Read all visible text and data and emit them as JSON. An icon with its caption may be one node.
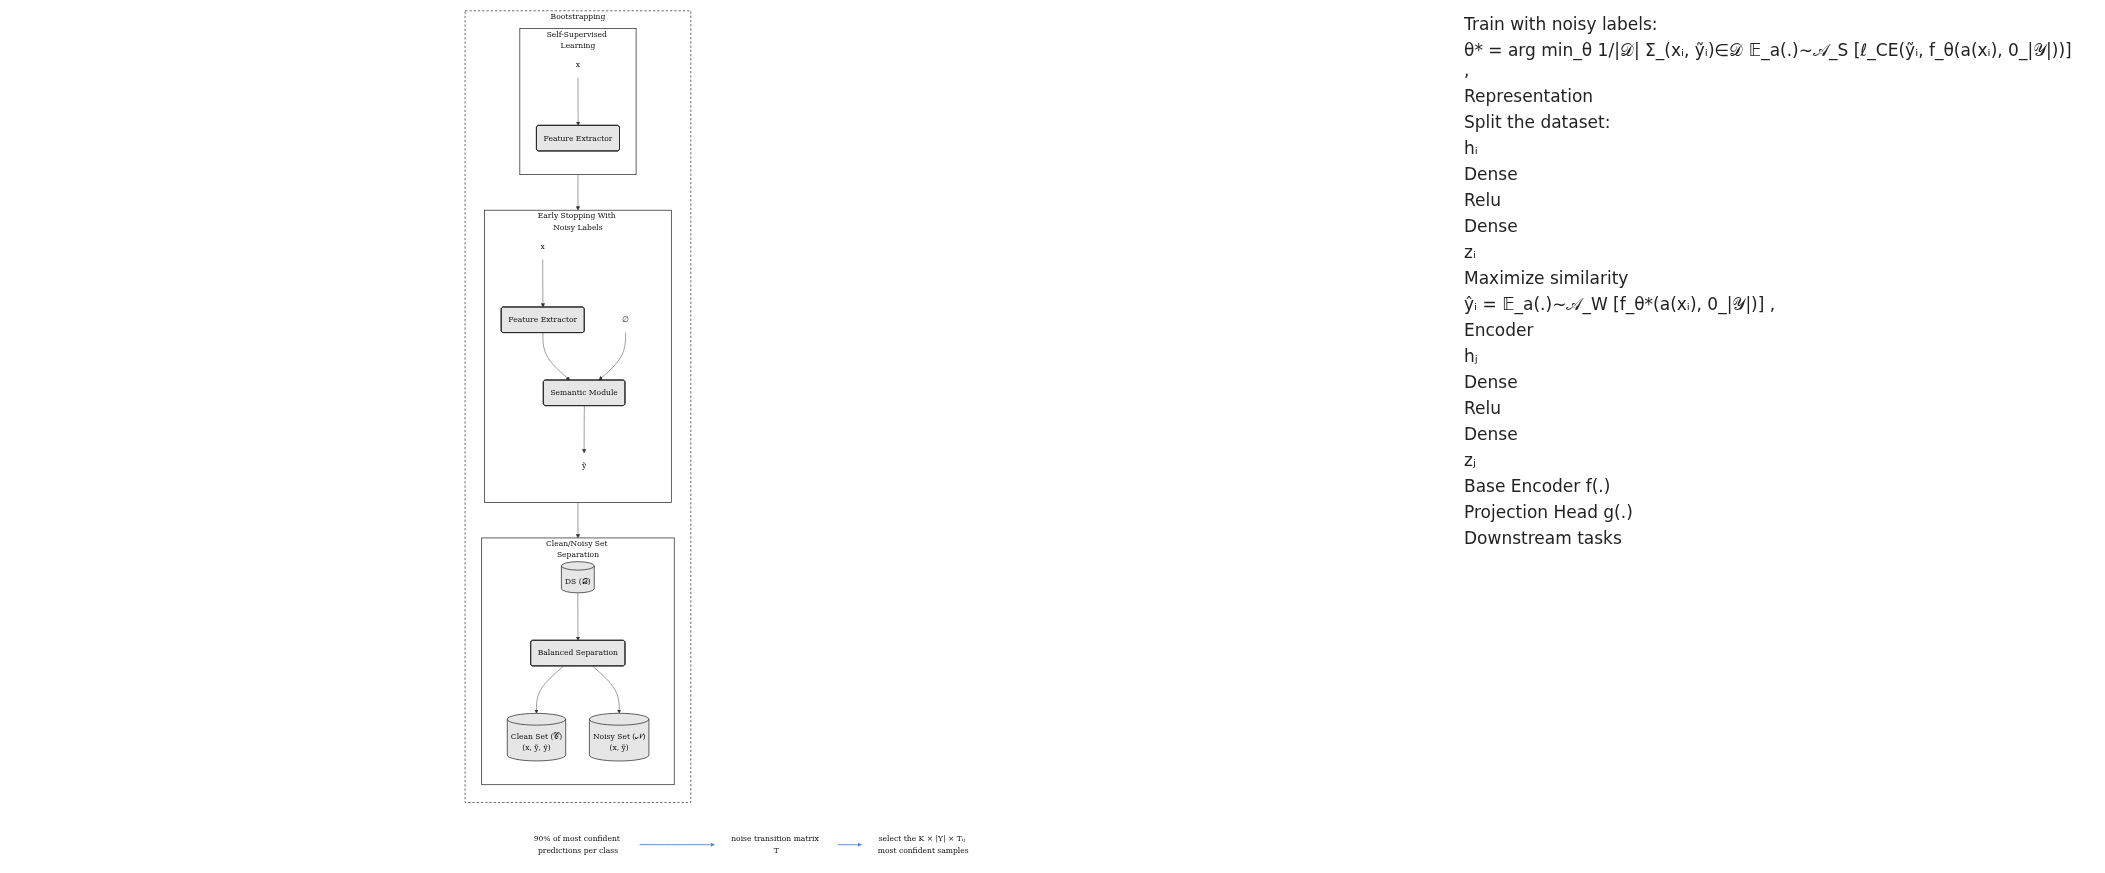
{
  "diagram": {
    "nodes": [
      {
        "text": [
          "Bootstrapping"
        ]
      },
      {
        "text": [
          "Self-Supervised Learning"
        ],
        "in": 0
      },
      {
        "text": [
          "x"
        ],
        "in": 1
      },
      {
        "text": [
          "Feature Extractor"
        ],
        "in": 1
      },
      {
        "text": [
          "Early Stopping With Noisy Labels"
        ],
        "in": 0
      },
      {
        "text": [
          "x"
        ],
        "in": 4
      },
      {
        "text": [
          "∅"
        ],
        "in": 4
      },
      {
        "text": [
          "Feature Extractor"
        ],
        "in": 4
      },
      {
        "text": [
          "Semantic Module"
        ],
        "in": 4
      },
      {
        "text": [
          "ỹ"
        ],
        "in": 4
      },
      {
        "text": [
          "Clean/Noisy Set Separation"
        ],
        "in": 0
      },
      {
        "text": [
          "DS (𝒟)"
        ],
        "in": 10
      },
      {
        "text": [
          "Balanced Separation"
        ],
        "in": 10
      },
      {
        "text": [
          "Clean Set (𝒞)",
          "(x, ỹ, ŷ)"
        ],
        "in": 10
      },
      {
        "text": [
          "Noisy Set (𝒩)",
          "(x, ỹ)"
        ],
        "in": 10
      },
      {
        "text": [
          "90% of most confident predictions per class"
        ]
      },
      {
        "text": [
          "noise transition matrix T"
        ]
      },
      {
        "text": [
          "select the K × |Y| × Tᵢⱼ most confident samples"
        ]
      }
    ],
    "edges": [
      {
        "from": 2,
        "to": 3,
        "arrow": "to"
      },
      {
        "from": 1,
        "to": 4,
        "arrow": "to"
      },
      {
        "from": 5,
        "to": 7,
        "arrow": "to"
      },
      {
        "from": 7,
        "to": 8,
        "arrow": "to"
      },
      {
        "from": 6,
        "to": 8,
        "arrow": "to"
      },
      {
        "from": 8,
        "to": 9,
        "arrow": "to"
      },
      {
        "from": 4,
        "to": 10,
        "arrow": "to"
      },
      {
        "from": 11,
        "to": 12,
        "arrow": "to"
      },
      {
        "from": 12,
        "to": 13,
        "arrow": "to"
      },
      {
        "from": 12,
        "to": 14,
        "arrow": "to"
      },
      {
        "from": 15,
        "to": 16,
        "arrow": "to",
        "color": "#4a86e8"
      },
      {
        "from": 16,
        "to": 17,
        "arrow": "to",
        "color": "#4a86e8"
      }
    ],
    "labels": [
      "Train with noisy labels:",
      "θ* = arg min_θ 1/|𝒟| Σ_(xᵢ, ỹᵢ)∈𝒟 𝔼_a(.)∼𝒜_S [ℓ_CE(ỹᵢ, f_θ(a(xᵢ), 0_|𝒴|))] ,",
      "Representation",
      "Split the dataset:",
      "hᵢ",
      "Dense",
      "Relu",
      "Dense",
      "zᵢ",
      "Maximize similarity",
      "ŷᵢ = 𝔼_a(.)∼𝒜_W [f_θ*(a(xᵢ), 0_|𝒴|)] ,",
      "Encoder",
      "hⱼ",
      "Dense",
      "Relu",
      "Dense",
      "zⱼ",
      "Base Encoder f(.)",
      "Projection Head g(.)",
      "Downstream tasks"
    ]
  }
}
